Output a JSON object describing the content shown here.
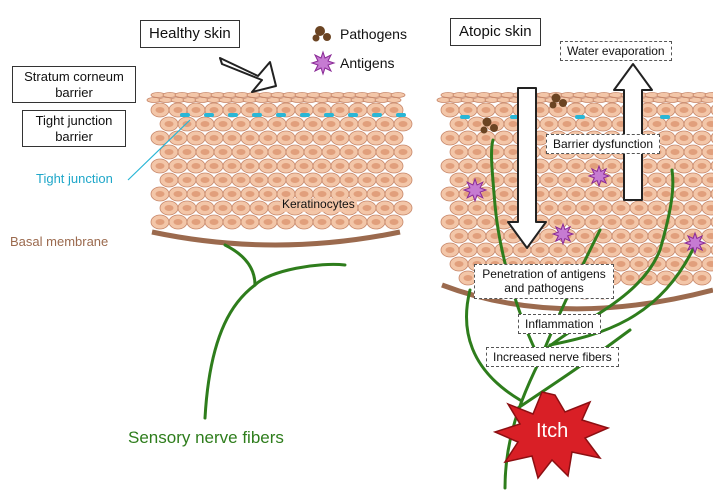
{
  "left": {
    "title": "Healthy skin",
    "stratum_corneum": "Stratum corneum barrier",
    "tight_junction_barrier": "Tight junction barrier",
    "tight_junction": "Tight junction",
    "basal_membrane": "Basal membrane",
    "keratinocytes": "Keratinocytes",
    "sensory_nerve_fibers": "Sensory nerve fibers"
  },
  "legend": {
    "pathogens": "Pathogens",
    "antigens": "Antigens"
  },
  "right": {
    "title": "Atopic skin",
    "water_evaporation": "Water evaporation",
    "barrier_dysfunction": "Barrier dysfunction",
    "penetration_line1": "Penetration of antigens",
    "penetration_line2": "and pathogens",
    "inflammation": "Inflammation",
    "increased_nerve_fibers": "Increased nerve fibers",
    "itch": "Itch"
  },
  "colors": {
    "cell_fill": "#f3c6a8",
    "cell_border": "#c7876a",
    "nucleus": "#e19f7c",
    "basal": "#9b6a4e",
    "tight_junction": "#29b6d6",
    "nerve": "#2e7d1c",
    "pathogen": "#6b4423",
    "antigen": "#b04cbf",
    "itch_fill": "#d91f26"
  }
}
